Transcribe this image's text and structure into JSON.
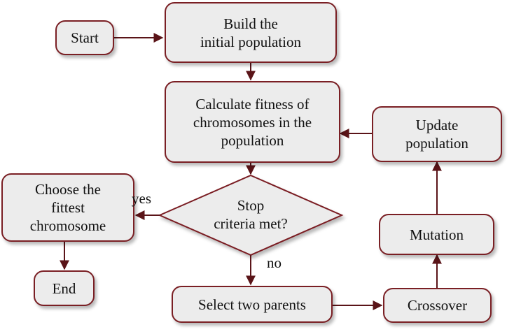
{
  "nodes": {
    "start": "Start",
    "build": "Build the\ninitial population",
    "fitness": "Calculate fitness  of\nchromosomes in the\npopulation",
    "decision": "Stop\ncriteria met?",
    "choose": "Choose the\nfittest\nchromosome",
    "end": "End",
    "select": "Select two parents",
    "crossover": "Crossover",
    "mutation": "Mutation",
    "update": "Update\npopulation"
  },
  "edges": {
    "yes": "yes",
    "no": "no"
  },
  "colors": {
    "stroke": "#7a1f24",
    "fill": "#ececec"
  }
}
